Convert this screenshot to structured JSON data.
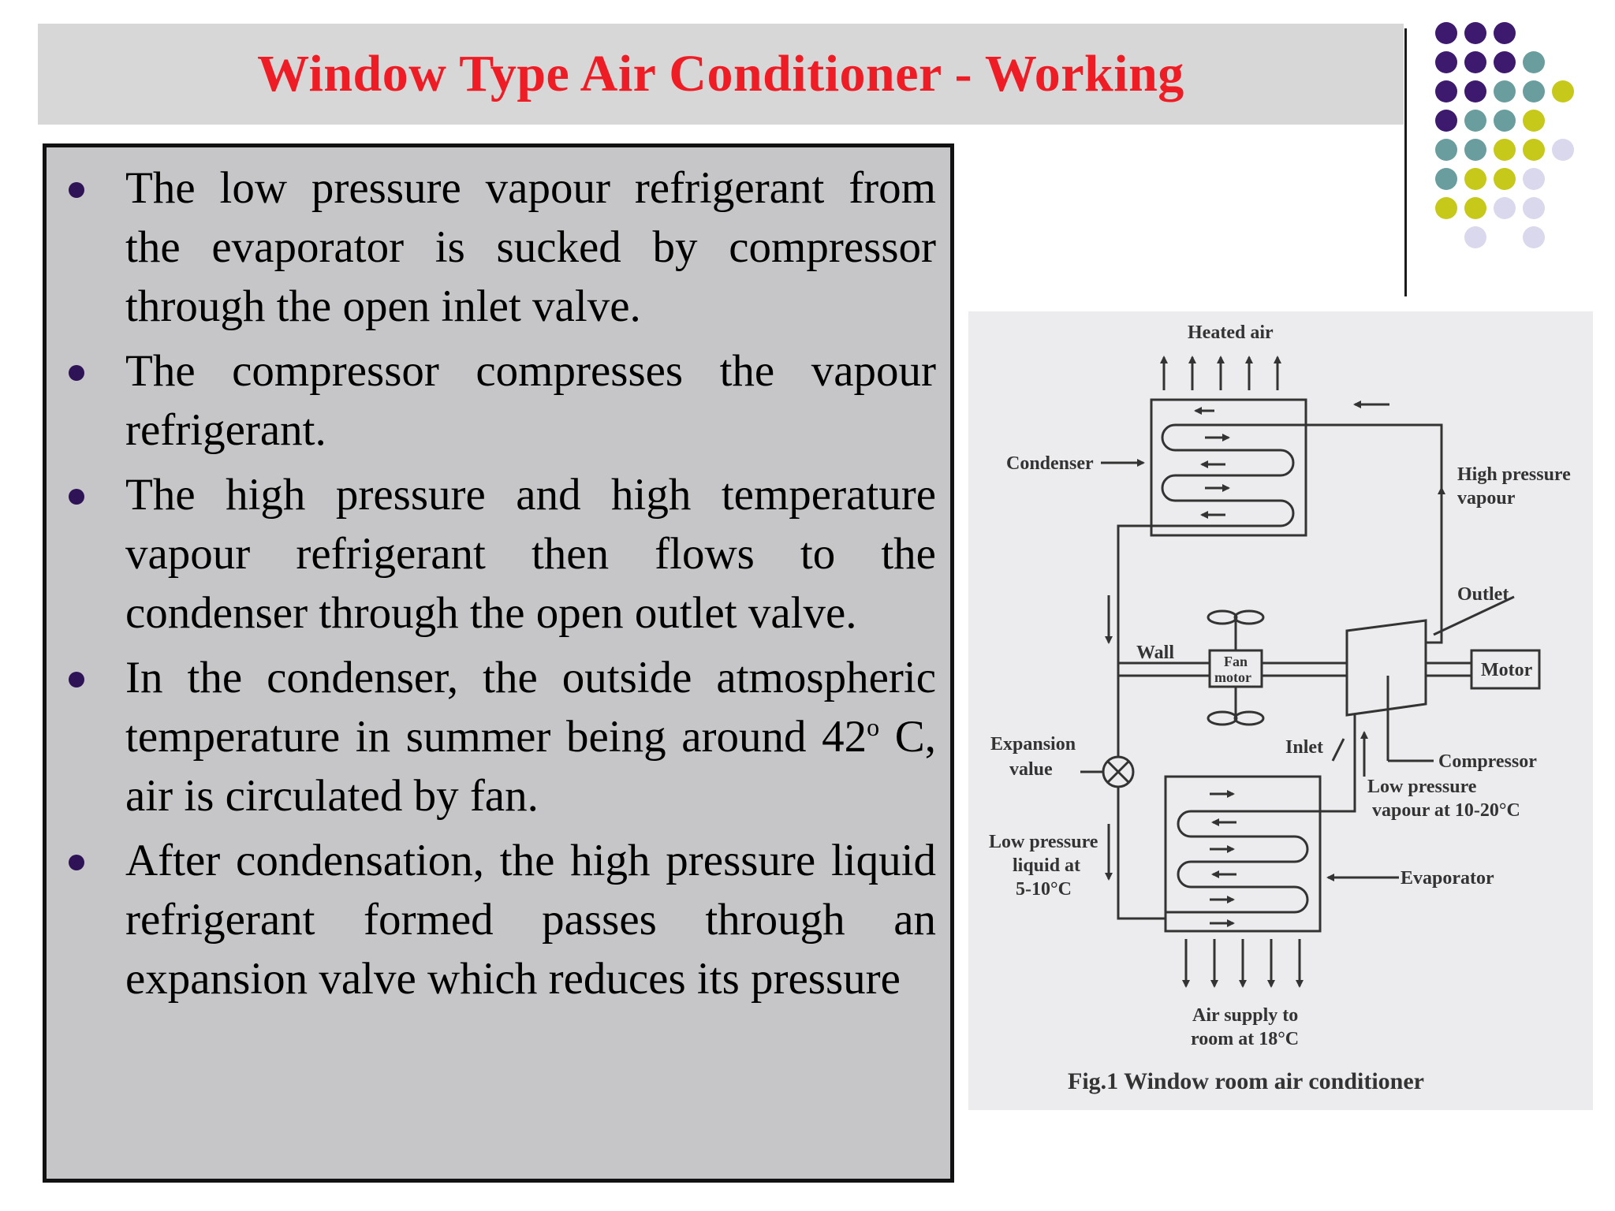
{
  "slide": {
    "title": "Window Type Air Conditioner - Working",
    "title_color": "#ee1c25",
    "bullet_color": "#2e1456"
  },
  "bullets": [
    {
      "text": "The low pressure vapour refrigerant from the evaporator is sucked by compressor through the open inlet valve."
    },
    {
      "text": "The compressor compresses the vapour refrigerant."
    },
    {
      "text": "The high pressure and high temperature vapour refrigerant then flows to the condenser through the open outlet valve."
    },
    {
      "text_before": "In the condenser, the outside atmospheric temperature in summer being around 42",
      "superscript": "o",
      "text_after": " C, air is circulated by fan."
    },
    {
      "text": "After condensation, the high pressure liquid refrigerant formed passes through an expansion valve which reduces its pressure"
    }
  ],
  "decorative_dots": {
    "colors": {
      "purple": "#3d1a6e",
      "teal": "#6a9e9e",
      "lime": "#c6c81a",
      "lavender": "#d9d8ec"
    }
  },
  "figure": {
    "caption": "Fig.1 Window room air conditioner",
    "labels": {
      "heated_air": "Heated air",
      "condenser": "Condenser",
      "high_pressure_line1": "High pressure",
      "high_pressure_line2": "vapour",
      "outlet": "Outlet",
      "wall": "Wall",
      "fan_line1": "Fan",
      "fan_line2": "motor",
      "motor": "Motor",
      "expansion_line1": "Expansion",
      "expansion_line2": "value",
      "inlet": "Inlet",
      "compressor": "Compressor",
      "low_pressure_vapour_line1": "Low pressure",
      "low_pressure_vapour_line2": "vapour at 10-20°C",
      "low_pressure_liquid_line1": "Low pressure",
      "low_pressure_liquid_line2": "liquid at",
      "low_pressure_liquid_line3": "5-10°C",
      "evaporator": "Evaporator",
      "air_supply_line1": "Air supply to",
      "air_supply_line2": "room at 18°C"
    }
  }
}
